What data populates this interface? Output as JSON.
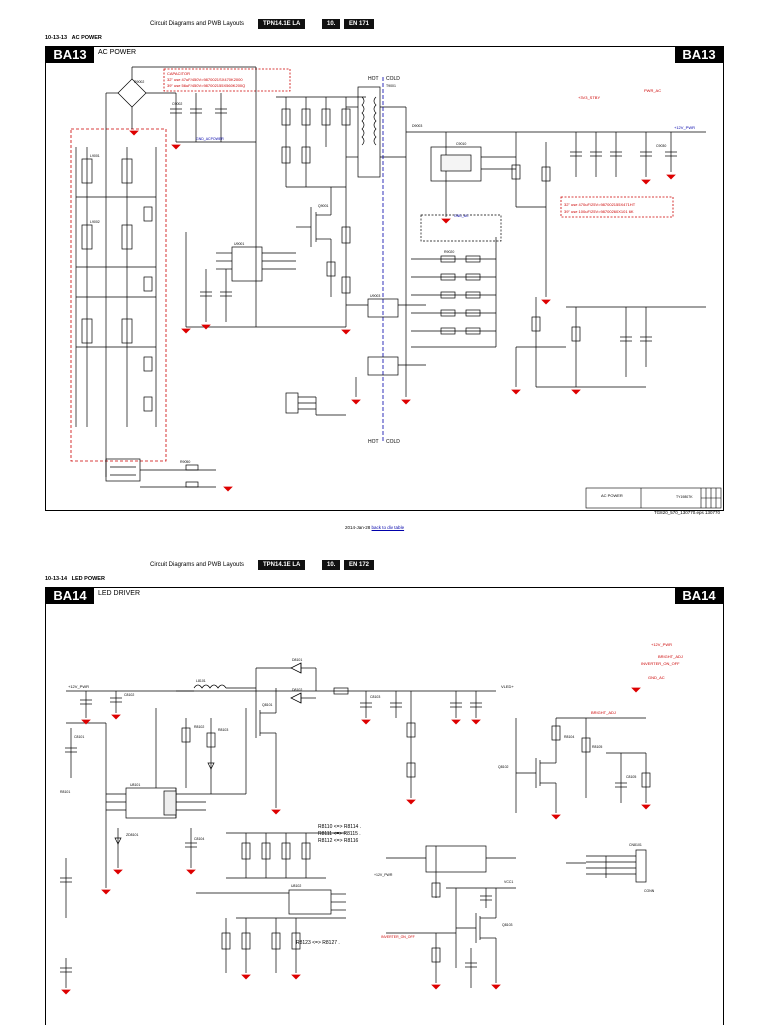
{
  "top_header": {
    "title": "Circuit Diagrams and PWB Layouts",
    "model": "TPN14.1E LA",
    "chapter": "10.",
    "page": "EN 171"
  },
  "top_section": {
    "number": "10-13-13",
    "name": "AC POWER"
  },
  "top_sheet": {
    "tag": "BA13",
    "title": "AC POWER",
    "hot": "HOT",
    "cold": "COLD",
    "note_lines": [
      "CAPACITOR",
      "32\" use 47uF/450V=9870021SX470K2000",
      "39\" use 56uF/450V=987002155X560K200Q"
    ],
    "note2_lines": [
      "32\" use 470uF/25V=987002155X471HT",
      "39\" use 100uF/25V=98700260X101 6K"
    ],
    "net_labels": [
      "GND_ACPOWER",
      "GND_AC",
      "+12V_PWR",
      "PWR_AC",
      "+3V3_STBY"
    ],
    "parts": [
      "R9002",
      "C9002",
      "T9001",
      "L9001",
      "L9002",
      "U9001",
      "Q9001",
      "D9003",
      "C9010",
      "R9020",
      "C9030",
      "U9003",
      "R9050"
    ],
    "title_block": {
      "name": "AC POWER",
      "sheet_no": "TY19807K"
    },
    "side_note": "TG820_570_130770.eps 130770",
    "date": "2014-Jan-28",
    "back": "back to div table"
  },
  "bottom_header": {
    "title": "Circuit Diagrams and PWB Layouts",
    "model": "TPN14.1E LA",
    "chapter": "10.",
    "page": "EN 172"
  },
  "bottom_section": {
    "number": "10-13-14",
    "name": "LED POWER"
  },
  "bottom_sheet": {
    "tag": "BA14",
    "title": "LED DRIVER",
    "nets": {
      "v12": "+12V_PWR",
      "vled": "VLED+",
      "gnd": "GND_AC",
      "bright": "BRIGHT_ADJ",
      "onoff": "INVERTER_ON_OFF",
      "vcc1": "VCC1",
      "conn": "CONN"
    },
    "equivalence": [
      "R8110 <=> R8114 .",
      "R8111 <=> R8115 .",
      "R8112 <=> R8116"
    ],
    "equivalence2": "R8123 <=> R8127 .",
    "parts": [
      "U8101",
      "L8101",
      "D8101",
      "D8102",
      "Q8101",
      "Q8102",
      "Q8103",
      "R8101",
      "R8102",
      "R8103",
      "R8104",
      "R8105",
      "C8101",
      "C8102",
      "C8103",
      "C8104",
      "C8105",
      "CN8101",
      "ZD8101",
      "U8102"
    ]
  }
}
